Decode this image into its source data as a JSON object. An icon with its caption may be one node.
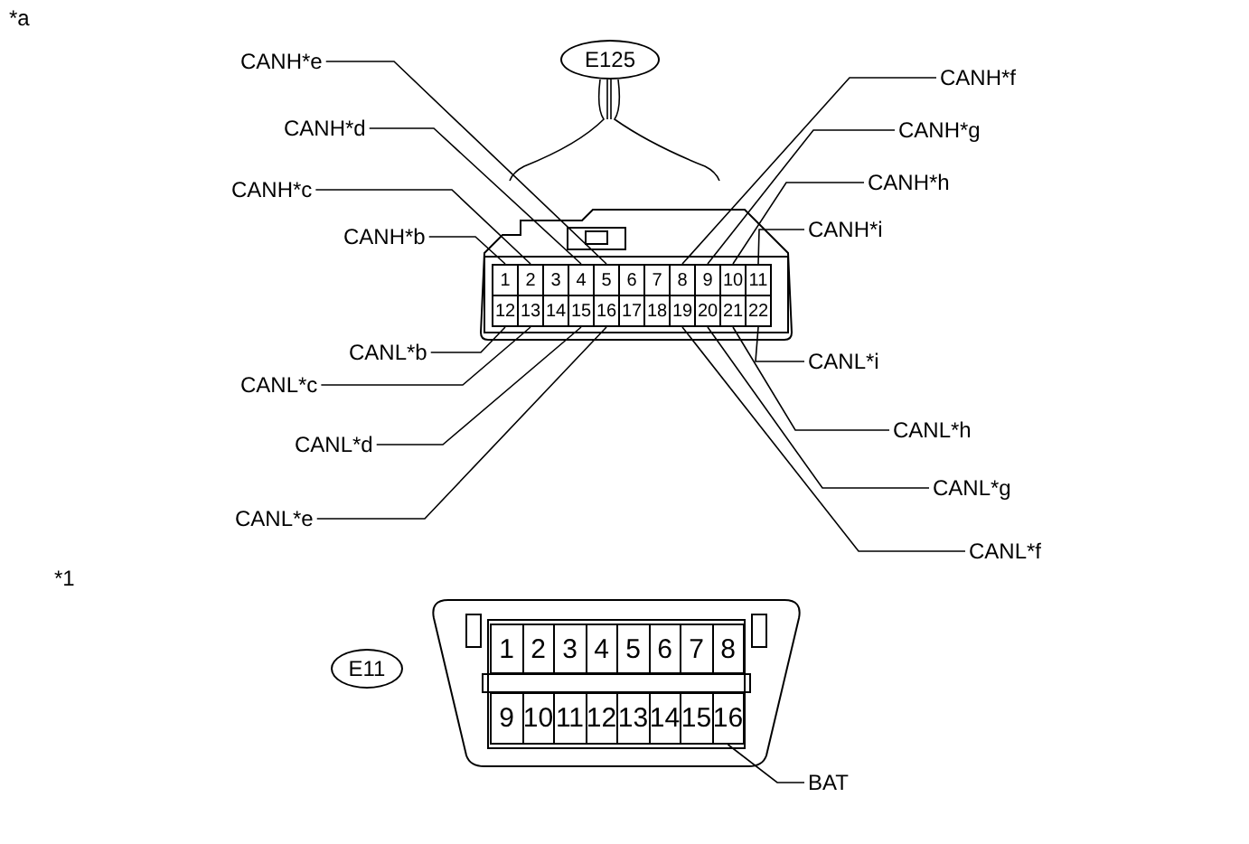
{
  "diagram": {
    "nodes": [
      {
        "text": [
          "E125"
        ]
      },
      {
        "text": [],
        "shape": "box"
      },
      {
        "text": [
          "1"
        ],
        "in": 1
      },
      {
        "text": [
          "2"
        ],
        "in": 1
      },
      {
        "text": [
          "3"
        ],
        "in": 1
      },
      {
        "text": [
          "4"
        ],
        "in": 1
      },
      {
        "text": [
          "5"
        ],
        "in": 1
      },
      {
        "text": [
          "6"
        ],
        "in": 1
      },
      {
        "text": [
          "7"
        ],
        "in": 1
      },
      {
        "text": [
          "8"
        ],
        "in": 1
      },
      {
        "text": [
          "9"
        ],
        "in": 1
      },
      {
        "text": [
          "10"
        ],
        "in": 1
      },
      {
        "text": [
          "11"
        ],
        "in": 1
      },
      {
        "text": [
          "12"
        ],
        "in": 1
      },
      {
        "text": [
          "13"
        ],
        "in": 1
      },
      {
        "text": [
          "14"
        ],
        "in": 1
      },
      {
        "text": [
          "15"
        ],
        "in": 1
      },
      {
        "text": [
          "16"
        ],
        "in": 1
      },
      {
        "text": [
          "17"
        ],
        "in": 1
      },
      {
        "text": [
          "18"
        ],
        "in": 1
      },
      {
        "text": [
          "19"
        ],
        "in": 1
      },
      {
        "text": [
          "20"
        ],
        "in": 1
      },
      {
        "text": [
          "21"
        ],
        "in": 1
      },
      {
        "text": [
          "22"
        ],
        "in": 1
      },
      {
        "text": [
          "CANH*e"
        ]
      },
      {
        "text": [
          "CANH*d"
        ]
      },
      {
        "text": [
          "CANH*c"
        ]
      },
      {
        "text": [
          "CANH*b"
        ]
      },
      {
        "text": [
          "CANL*b"
        ]
      },
      {
        "text": [
          "CANL*c"
        ]
      },
      {
        "text": [
          "CANL*d"
        ]
      },
      {
        "text": [
          "CANL*e"
        ]
      },
      {
        "text": [
          "CANH*f"
        ]
      },
      {
        "text": [
          "CANH*g"
        ]
      },
      {
        "text": [
          "CANH*h"
        ]
      },
      {
        "text": [
          "CANH*i"
        ]
      },
      {
        "text": [
          "CANL*i"
        ]
      },
      {
        "text": [
          "CANL*h"
        ]
      },
      {
        "text": [
          "CANL*g"
        ]
      },
      {
        "text": [
          "CANL*f"
        ]
      },
      {
        "text": [
          "E11"
        ]
      },
      {
        "text": [],
        "shape": "box"
      },
      {
        "text": [
          "1"
        ],
        "in": 41
      },
      {
        "text": [
          "2"
        ],
        "in": 41
      },
      {
        "text": [
          "3"
        ],
        "in": 41
      },
      {
        "text": [
          "4"
        ],
        "in": 41
      },
      {
        "text": [
          "5"
        ],
        "in": 41
      },
      {
        "text": [
          "6"
        ],
        "in": 41
      },
      {
        "text": [
          "7"
        ],
        "in": 41
      },
      {
        "text": [
          "8"
        ],
        "in": 41
      },
      {
        "text": [
          "9"
        ],
        "in": 41
      },
      {
        "text": [
          "10"
        ],
        "in": 41
      },
      {
        "text": [
          "11"
        ],
        "in": 41
      },
      {
        "text": [
          "12"
        ],
        "in": 41
      },
      {
        "text": [
          "13"
        ],
        "in": 41
      },
      {
        "text": [
          "14"
        ],
        "in": 41
      },
      {
        "text": [
          "15"
        ],
        "in": 41
      },
      {
        "text": [
          "16"
        ],
        "in": 41
      },
      {
        "text": [
          "BAT"
        ]
      }
    ],
    "edges": [
      {
        "from": 24,
        "to": 6,
        "arrow": "none"
      },
      {
        "from": 25,
        "to": 5,
        "arrow": "none"
      },
      {
        "from": 26,
        "to": 3,
        "arrow": "none"
      },
      {
        "from": 27,
        "to": 2,
        "arrow": "none"
      },
      {
        "from": 28,
        "to": 13,
        "arrow": "none"
      },
      {
        "from": 29,
        "to": 14,
        "arrow": "none"
      },
      {
        "from": 30,
        "to": 16,
        "arrow": "none"
      },
      {
        "from": 31,
        "to": 17,
        "arrow": "none"
      },
      {
        "from": 32,
        "to": 9,
        "arrow": "none"
      },
      {
        "from": 33,
        "to": 10,
        "arrow": "none"
      },
      {
        "from": 34,
        "to": 11,
        "arrow": "none"
      },
      {
        "from": 35,
        "to": 12,
        "arrow": "none"
      },
      {
        "from": 36,
        "to": 23,
        "arrow": "none"
      },
      {
        "from": 37,
        "to": 22,
        "arrow": "none"
      },
      {
        "from": 38,
        "to": 21,
        "arrow": "none"
      },
      {
        "from": 39,
        "to": 20,
        "arrow": "none"
      },
      {
        "from": 58,
        "to": 57,
        "arrow": "none"
      }
    ],
    "labels": [
      "*a",
      "*1"
    ]
  }
}
